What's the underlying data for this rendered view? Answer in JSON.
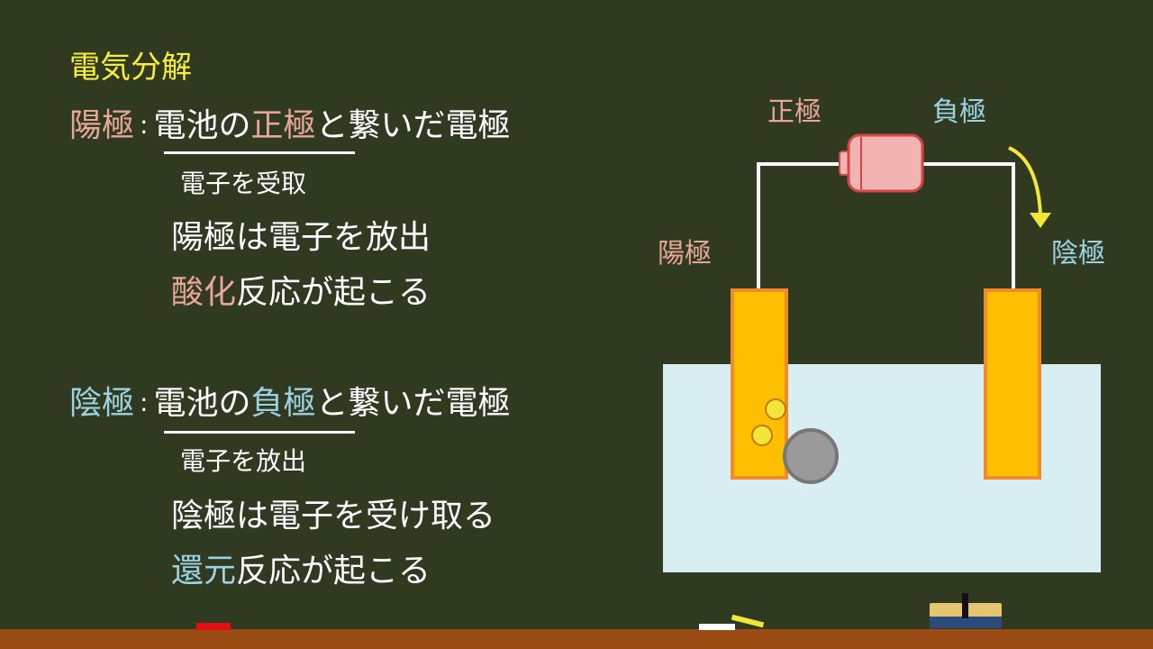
{
  "title": "電気分解",
  "anode": {
    "term": "陽極",
    "colon": ":",
    "def_part1": "電池の",
    "def_highlight": "正極",
    "def_part2": "と繋いだ電極",
    "note": "電子を受取",
    "line1": "陽極は電子を放出",
    "reaction_highlight": "酸化",
    "reaction_rest": "反応が起こる"
  },
  "cathode": {
    "term": "陰極",
    "colon": ":",
    "def_part1": "電池の",
    "def_highlight": "負極",
    "def_part2": "と繋いだ電極",
    "note": "電子を放出",
    "line1": "陰極は電子を受け取る",
    "reaction_highlight": "還元",
    "reaction_rest": "反応が起こる"
  },
  "diagram": {
    "label_positive": "正極",
    "label_negative": "負極",
    "label_anode": "陽極",
    "label_cathode": "陰極"
  },
  "colors": {
    "board": "#2f3a20",
    "anode_pink": "#e8a59a",
    "cathode_blue": "#9cd3e4",
    "title_yellow": "#f7ee3a",
    "electrode_fill": "#fdbf00",
    "electrode_border": "#f08b2a",
    "solution": "#d9eef3"
  }
}
